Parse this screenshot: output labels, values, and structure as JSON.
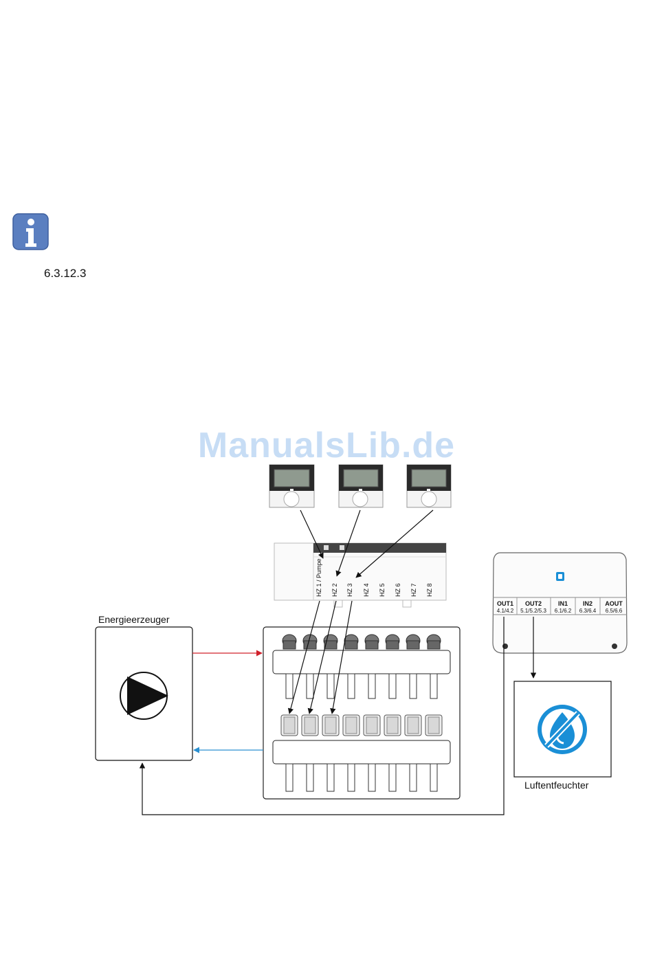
{
  "section": {
    "number": "6.3.12.3"
  },
  "watermark": "ManualsLib.de",
  "icons": {
    "info": "info-icon",
    "pump": "pump-icon",
    "dehumidifier": "no-humidity-icon"
  },
  "labels": {
    "energy_generator": "Energieerzeuger",
    "dehumidifier": "Luftentfeuchter"
  },
  "controller": {
    "zones": [
      "HZ 1 / Pumpe",
      "HZ 2",
      "HZ 3",
      "HZ 4",
      "HZ 5",
      "HZ 6",
      "HZ 7",
      "HZ 8"
    ]
  },
  "io_module": {
    "ports": [
      {
        "name": "OUT1",
        "terminals": "4.1/4.2"
      },
      {
        "name": "OUT2",
        "terminals": "5.1/5.2/5.3"
      },
      {
        "name": "IN1",
        "terminals": "6.1/6.2"
      },
      {
        "name": "IN2",
        "terminals": "6.3/6.4"
      },
      {
        "name": "AOUT",
        "terminals": "6.5/6.6"
      }
    ]
  },
  "colors": {
    "supply_line": "#d0202a",
    "return_line": "#2a8fd0",
    "icon_blue": "#1a8fd6",
    "info_bg": "#5b7fc0"
  }
}
